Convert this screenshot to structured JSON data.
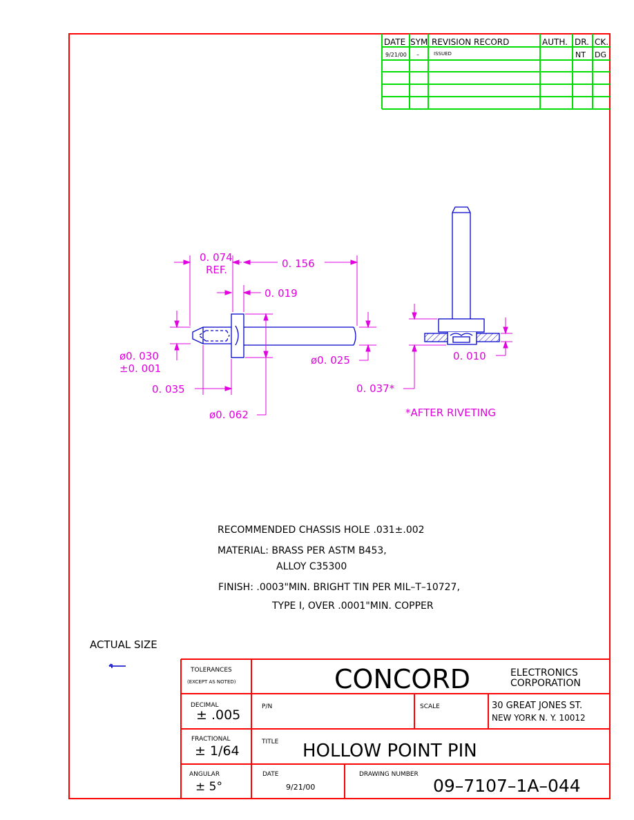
{
  "revision": {
    "headers": {
      "date": "DATE",
      "sym": "SYM",
      "record": "REVISION RECORD",
      "auth": "AUTH.",
      "dr": "DR.",
      "ck": "CK."
    },
    "rows": [
      {
        "date": "9/21/00",
        "sym": "–",
        "record": "ISSUED",
        "auth": "",
        "dr": "NT",
        "ck": "DG"
      }
    ]
  },
  "dimensions": {
    "d_074": "0. 074",
    "ref": "REF.",
    "d_156": "0. 156",
    "d_019": "0. 019",
    "dia_030": "ø0. 030",
    "tol_001": "±0. 001",
    "d_035": "0. 035",
    "dia_025": "ø0. 025",
    "dia_062": "ø0. 062",
    "d_010": "0. 010",
    "d_037": "0. 037*",
    "after_riveting": "*AFTER RIVETING"
  },
  "notes": {
    "chassis_hole": "RECOMMENDED CHASSIS HOLE .031±.002",
    "material_1": "MATERIAL: BRASS PER ASTM B453,",
    "material_2": "ALLOY C35300",
    "finish_1": "FINISH: .0003\"MIN. BRIGHT TIN PER MIL–T–10727,",
    "finish_2": "TYPE I, OVER .0001\"MIN. COPPER",
    "actual_size": "ACTUAL SIZE"
  },
  "title_block": {
    "tolerances": "TOLERANCES",
    "except_noted": "(EXCEPT AS NOTED)",
    "company": "CONCORD",
    "company_sub_1": "ELECTRONICS",
    "company_sub_2": "CORPORATION",
    "decimal_label": "DECIMAL",
    "decimal_value": "± .005",
    "pn_label": "P/N",
    "scale_label": "SCALE",
    "address_1": "30 GREAT JONES ST.",
    "address_2": "NEW YORK N. Y.  10012",
    "fractional_label": "FRACTIONAL",
    "fractional_value": "± 1/64",
    "title_label": "TITLE",
    "title": "HOLLOW POINT PIN",
    "angular_label": "ANGULAR",
    "angular_value": "±  5°",
    "date_label": "DATE",
    "date_value": "9/21/00",
    "drawing_number_label": "DRAWING NUMBER",
    "drawing_number": "09–7107–1A–044"
  },
  "colors": {
    "border": "#ff0000",
    "revision_grid": "#00dd00",
    "part": "#0000cc",
    "dimension": "#e000e0",
    "text": "#000000"
  }
}
